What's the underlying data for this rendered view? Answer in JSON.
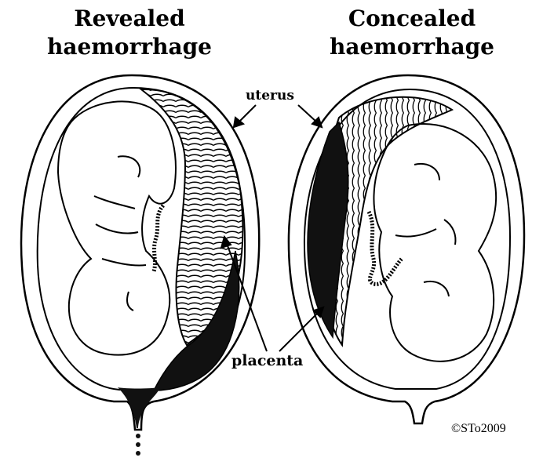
{
  "titles": {
    "left": [
      "Revealed",
      "haemorrhage"
    ],
    "right": [
      "Concealed",
      "haemorrhage"
    ]
  },
  "labels": {
    "uterus": "uterus",
    "placenta": "placenta",
    "copyright": "©STo2009"
  },
  "colors": {
    "ink": "#000000",
    "background": "#ffffff",
    "blood": "#111111"
  }
}
